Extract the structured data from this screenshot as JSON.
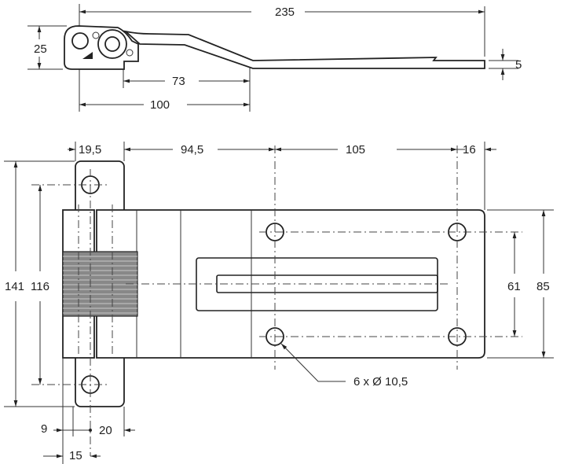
{
  "title": "Hinge technical drawing",
  "top_view": {
    "overall_length": "235",
    "height": "25",
    "plate_thickness": "5",
    "offset_bend": "73",
    "bend_distance": "100"
  },
  "front_view": {
    "leaf_width": "19,5",
    "hole_to_first_hole": "94,5",
    "hole_spacing_horizontal": "105",
    "edge_margin": "16",
    "overall_height": "141",
    "leaf_hole_spacing": "116",
    "hole_spacing_vertical": "61",
    "plate_height": "85",
    "hole_callout": "6 x Ø 10,5",
    "knuckle_offset": "9",
    "leaf_offset": "20",
    "knuckle_width": "15"
  }
}
